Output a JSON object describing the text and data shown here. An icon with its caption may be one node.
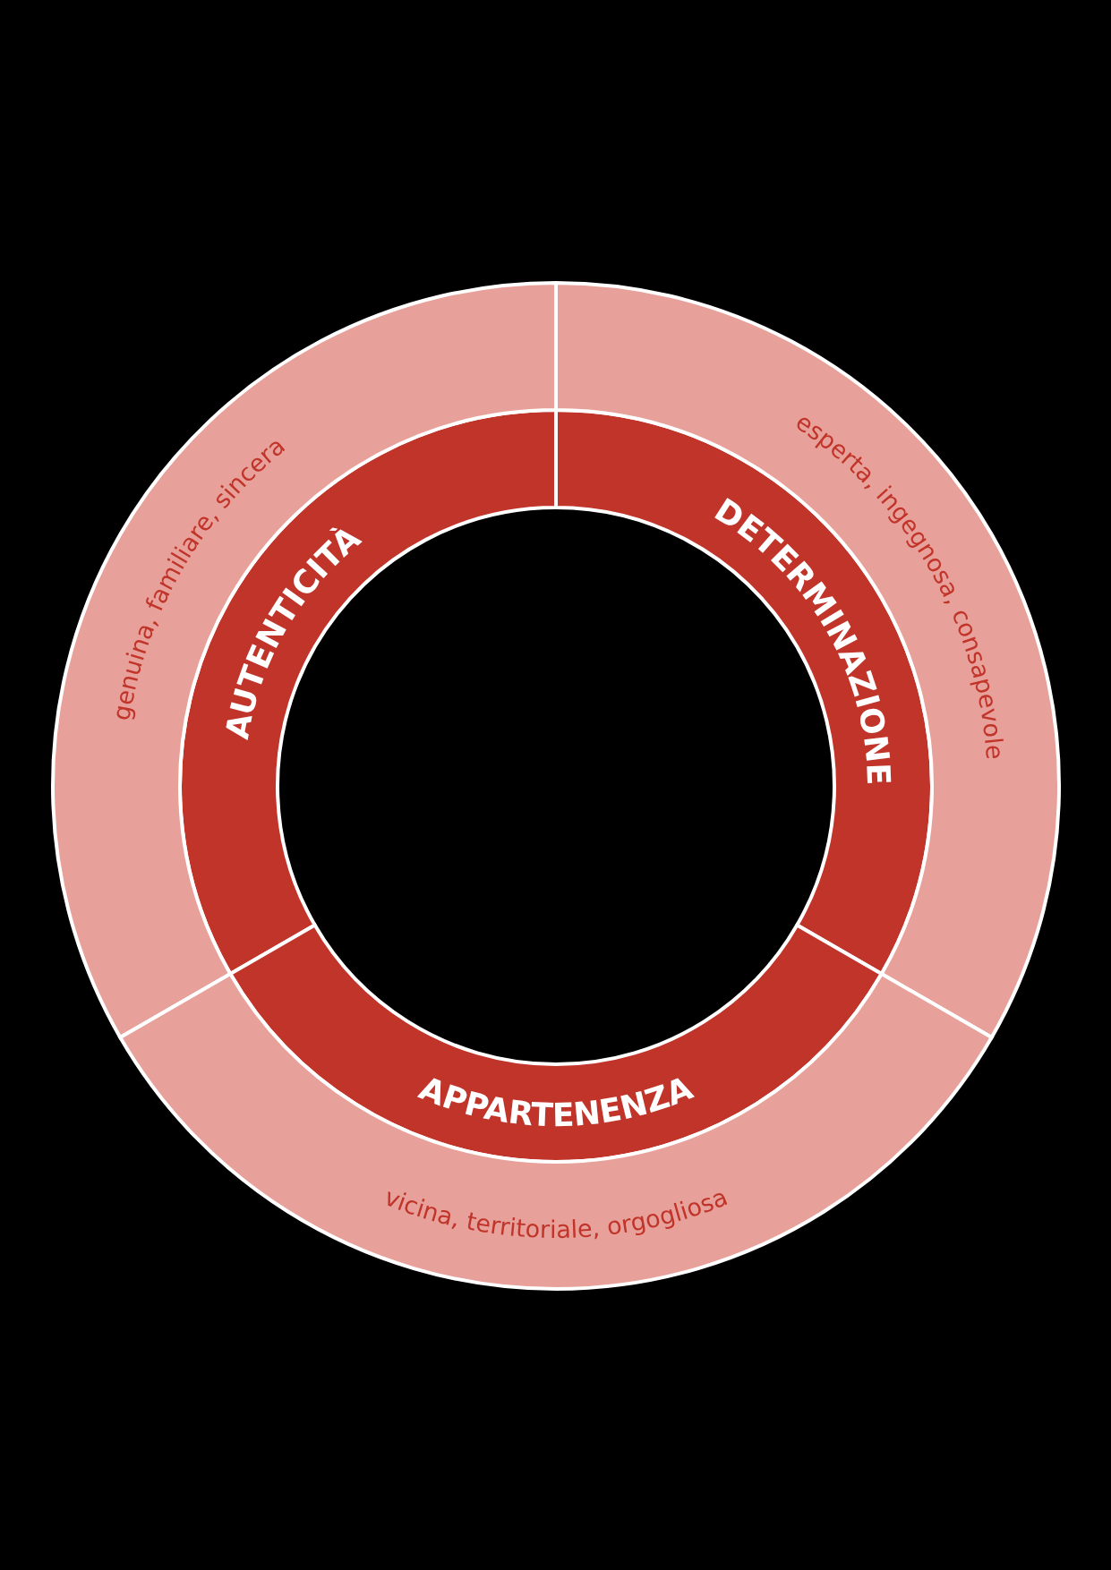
{
  "diagram": {
    "nodes": [
      {
        "text": [
          "AUTENTICITÀ"
        ]
      },
      {
        "text": [
          "DETERMINAZIONE"
        ]
      },
      {
        "text": [
          "APPARTENENZA"
        ]
      },
      {
        "text": [
          "genuina, familiare, sincera"
        ]
      },
      {
        "text": [
          "esperta, ingegnosa, consapevole"
        ]
      },
      {
        "text": [
          "vicina, territoriale, orgogliosa"
        ]
      }
    ]
  }
}
